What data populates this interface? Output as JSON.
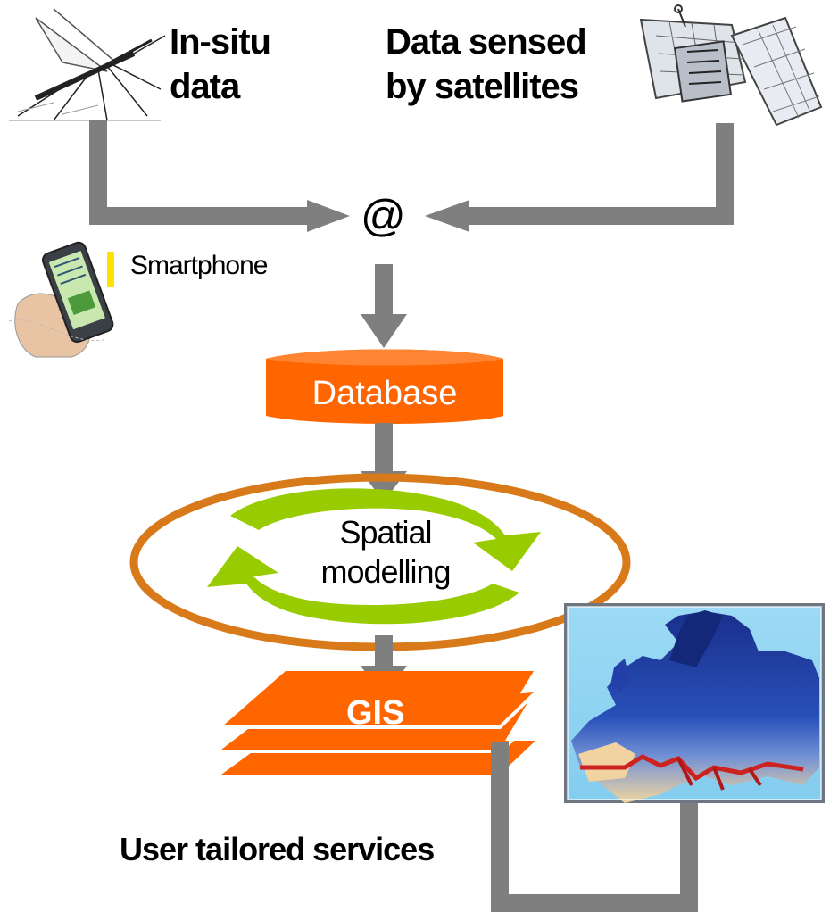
{
  "labels": {
    "insitu_line1": "In-situ",
    "insitu_line2": "data",
    "satellite_line1": "Data sensed",
    "satellite_line2": "by satellites",
    "internet_symbol": "@",
    "smartphone": "Smartphone",
    "database": "Database",
    "modelling_line1": "Spatial",
    "modelling_line2": "modelling",
    "gis": "GIS",
    "services": "User tailored services"
  },
  "colors": {
    "arrow": "#7f7f7f",
    "database": "#ff6600",
    "gis_layers": "#ff6600",
    "ellipse": "#d97a1a",
    "cycle_arrows": "#99cc00",
    "map_sea": "#8fd3f0",
    "map_land_north": "#1f3a99",
    "map_land_south": "#cc2222"
  },
  "icons": {
    "insitu": "mosquito-icon",
    "satellite": "satellite-icon",
    "smartphone": "smartphone-icon",
    "map": "europe-risk-map"
  }
}
